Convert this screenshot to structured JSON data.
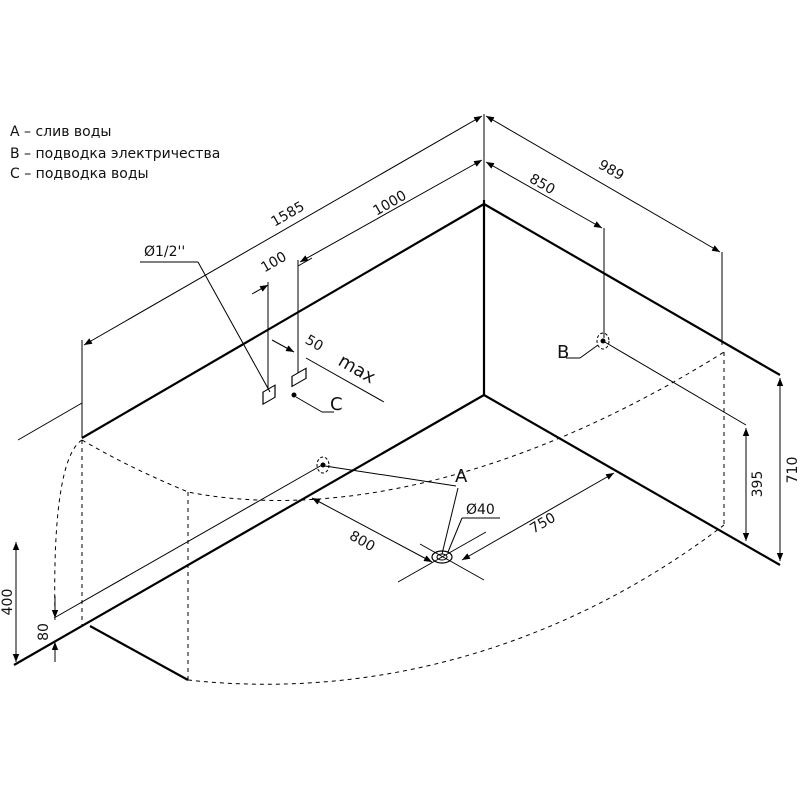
{
  "legend": {
    "a": "A – слив воды",
    "b": "B – подводка электричества",
    "c": "C – подводка воды"
  },
  "labels": {
    "point_a": "A",
    "point_b": "B",
    "point_c": "C",
    "pipe_diameter": "Ø1/2''",
    "drain_diameter": "Ø40",
    "max": "max"
  },
  "dimensions": {
    "d1585": "1585",
    "d1000": "1000",
    "d100": "100",
    "d50": "50",
    "d850": "850",
    "d989": "989",
    "d800": "800",
    "d750": "750",
    "d395": "395",
    "d710": "710",
    "d400": "400",
    "d80": "80"
  }
}
